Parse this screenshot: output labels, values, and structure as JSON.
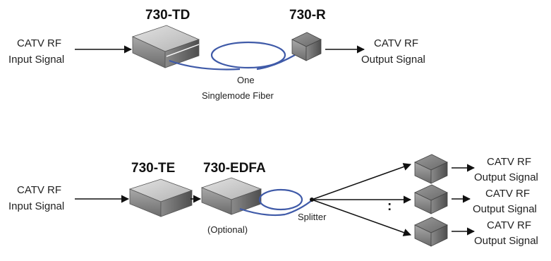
{
  "top": {
    "transmitter": {
      "title": "730-TD"
    },
    "receiver": {
      "title": "730-R"
    },
    "input": {
      "line1": "CATV RF",
      "line2": "Input Signal"
    },
    "output": {
      "line1": "CATV RF",
      "line2": "Output Signal"
    },
    "fiber": {
      "line1": "One",
      "line2": "Singlemode Fiber"
    }
  },
  "bottom": {
    "transmitter": {
      "title": "730-TE"
    },
    "amplifier": {
      "title": "730-EDFA",
      "note": "(Optional)"
    },
    "input": {
      "line1": "CATV RF",
      "line2": "Input Signal"
    },
    "splitter": {
      "label": "Splitter"
    },
    "ellipsis": ":",
    "outputs": [
      {
        "line1": "CATV RF",
        "line2": "Output Signal"
      },
      {
        "line1": "CATV RF",
        "line2": "Output Signal"
      },
      {
        "line1": "CATV RF",
        "line2": "Output Signal"
      }
    ]
  },
  "colors": {
    "fiber": "#3f5aa8",
    "box_top": "#c9c9c9",
    "box_side": "#7a7a7a",
    "box_front": "#9d9d9d"
  }
}
